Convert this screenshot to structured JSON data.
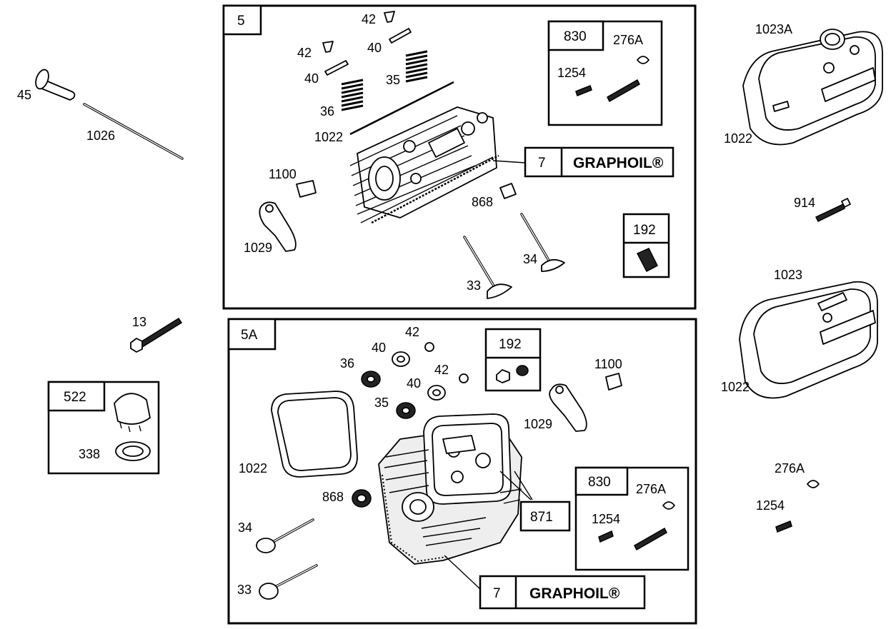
{
  "panels": {
    "top": {
      "id": "5"
    },
    "bottom": {
      "id": "5A"
    }
  },
  "boxes": {
    "top_830": {
      "a": "830",
      "b": "276A",
      "c": "1254"
    },
    "top_graphoil": {
      "num": "7",
      "brand": "GRAPHOIL®"
    },
    "top_192": {
      "num": "192"
    },
    "bottom_192": {
      "num": "192"
    },
    "bottom_830": {
      "a": "830",
      "b": "276A",
      "c": "1254"
    },
    "bottom_871": {
      "num": "871"
    },
    "bottom_graphoil": {
      "num": "7",
      "brand": "GRAPHOIL®"
    },
    "left_522": {
      "a": "522",
      "b": "338"
    }
  },
  "labels": {
    "l45": "45",
    "l1026": "1026",
    "l13": "13",
    "t42a": "42",
    "t42b": "42",
    "t40a": "40",
    "t40b": "40",
    "t35": "35",
    "t36": "36",
    "t1022": "1022",
    "t1100": "1100",
    "t868": "868",
    "t1029": "1029",
    "t34": "34",
    "t33": "33",
    "b42a": "42",
    "b40a": "40",
    "b36": "36",
    "b42b": "42",
    "b40b": "40",
    "b35": "35",
    "b1100": "1100",
    "b1029": "1029",
    "b1022": "1022",
    "b868": "868",
    "b34": "34",
    "b33": "33",
    "r1023A": "1023A",
    "r1022a": "1022",
    "r914": "914",
    "r1023": "1023",
    "r1022b": "1022",
    "r276A": "276A",
    "r1254": "1254"
  }
}
